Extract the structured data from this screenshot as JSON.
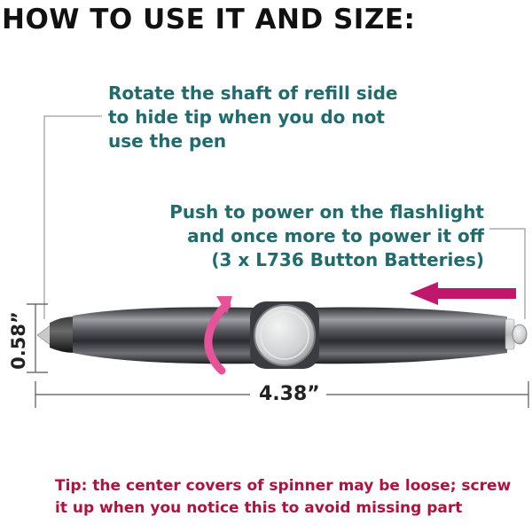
{
  "title": "HOW TO USE IT AND SIZE:",
  "note_refill": "Rotate the shaft of refill side\nto hide tip when you do not\nuse the pen",
  "note_flashlight": "Push to power on the flashlight\nand once more to power it off\n(3 x L736 Button Batteries)",
  "dimension_width": "4.38”",
  "dimension_height": "0.58”",
  "tip": "Tip: the center covers of spinner may be loose; screw\nit up when you notice this to avoid missing part",
  "colors": {
    "teal": "#1f6b6e",
    "tip_red": "#b0123e",
    "arrow_magenta": "#c0166b",
    "rotate_pink": "#e6539a",
    "line_gray": "#9a9a9a"
  }
}
